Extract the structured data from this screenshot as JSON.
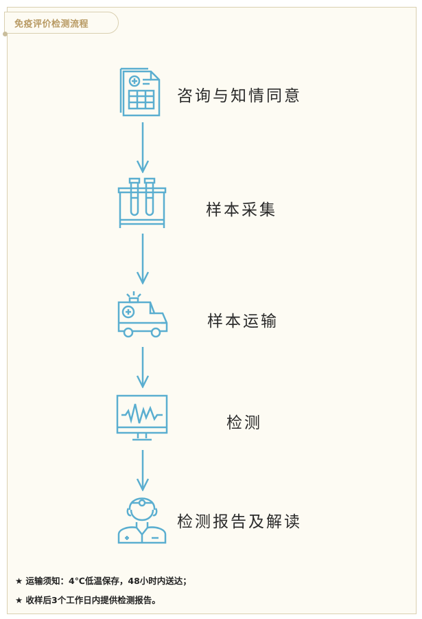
{
  "header": {
    "tab_title": "免疫评价检测流程"
  },
  "steps": [
    {
      "label": "咨询与知情同意",
      "icon": "clipboard-icon"
    },
    {
      "label": "样本采集",
      "icon": "test-tubes-icon"
    },
    {
      "label": "样本运输",
      "icon": "ambulance-icon"
    },
    {
      "label": "检测",
      "icon": "monitor-waveform-icon"
    },
    {
      "label": "检测报告及解读",
      "icon": "doctor-icon"
    }
  ],
  "notes": [
    "★ 运输须知：4℃低温保存，48小时内送达；",
    "★ 收样后3个工作日内提供检测报告。"
  ],
  "colors": {
    "accent": "#5aaed0",
    "tab_text": "#b89a63",
    "border": "#d9cfb0",
    "background": "#fdfbf3"
  }
}
